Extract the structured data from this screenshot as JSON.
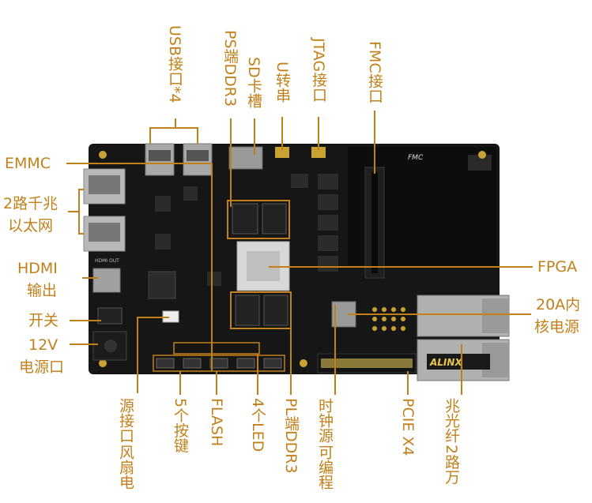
{
  "board": {
    "fmc_silk": "FMC",
    "alinx_logo": "ALINX",
    "hdmi_silk": "HDMI OUT"
  },
  "labels": {
    "usb": "USB接口*4",
    "ps_ddr3": "PS端DDR3",
    "sd": "SD卡槽",
    "uart": "U转串",
    "jtag": "JTAG接口",
    "fmc": "FMC接口",
    "emmc": "EMMC",
    "ethernet_line1": "2路千兆",
    "ethernet_line2": "以太网",
    "hdmi_line1": "HDMI",
    "hdmi_line2": "输出",
    "switch": "开关",
    "power_line1": "12V",
    "power_line2": "电源口",
    "fpga": "FPGA",
    "core_power_line1": "20A内",
    "core_power_line2": "核电源",
    "fan_line1": "风扇电",
    "fan_line2": "源接口",
    "keys": "5个按键",
    "flash": "FLASH",
    "leds": "4个LED",
    "pl_ddr3": "PL端DDR3",
    "clock_line1": "可编程",
    "clock_line2": "时钟源",
    "pcie": "PCIE X4",
    "sfp_line1": "2路万",
    "sfp_line2": "兆光纤"
  },
  "colors": {
    "label": "#c2801a",
    "board": "#161616",
    "gold": "#c9a233"
  }
}
